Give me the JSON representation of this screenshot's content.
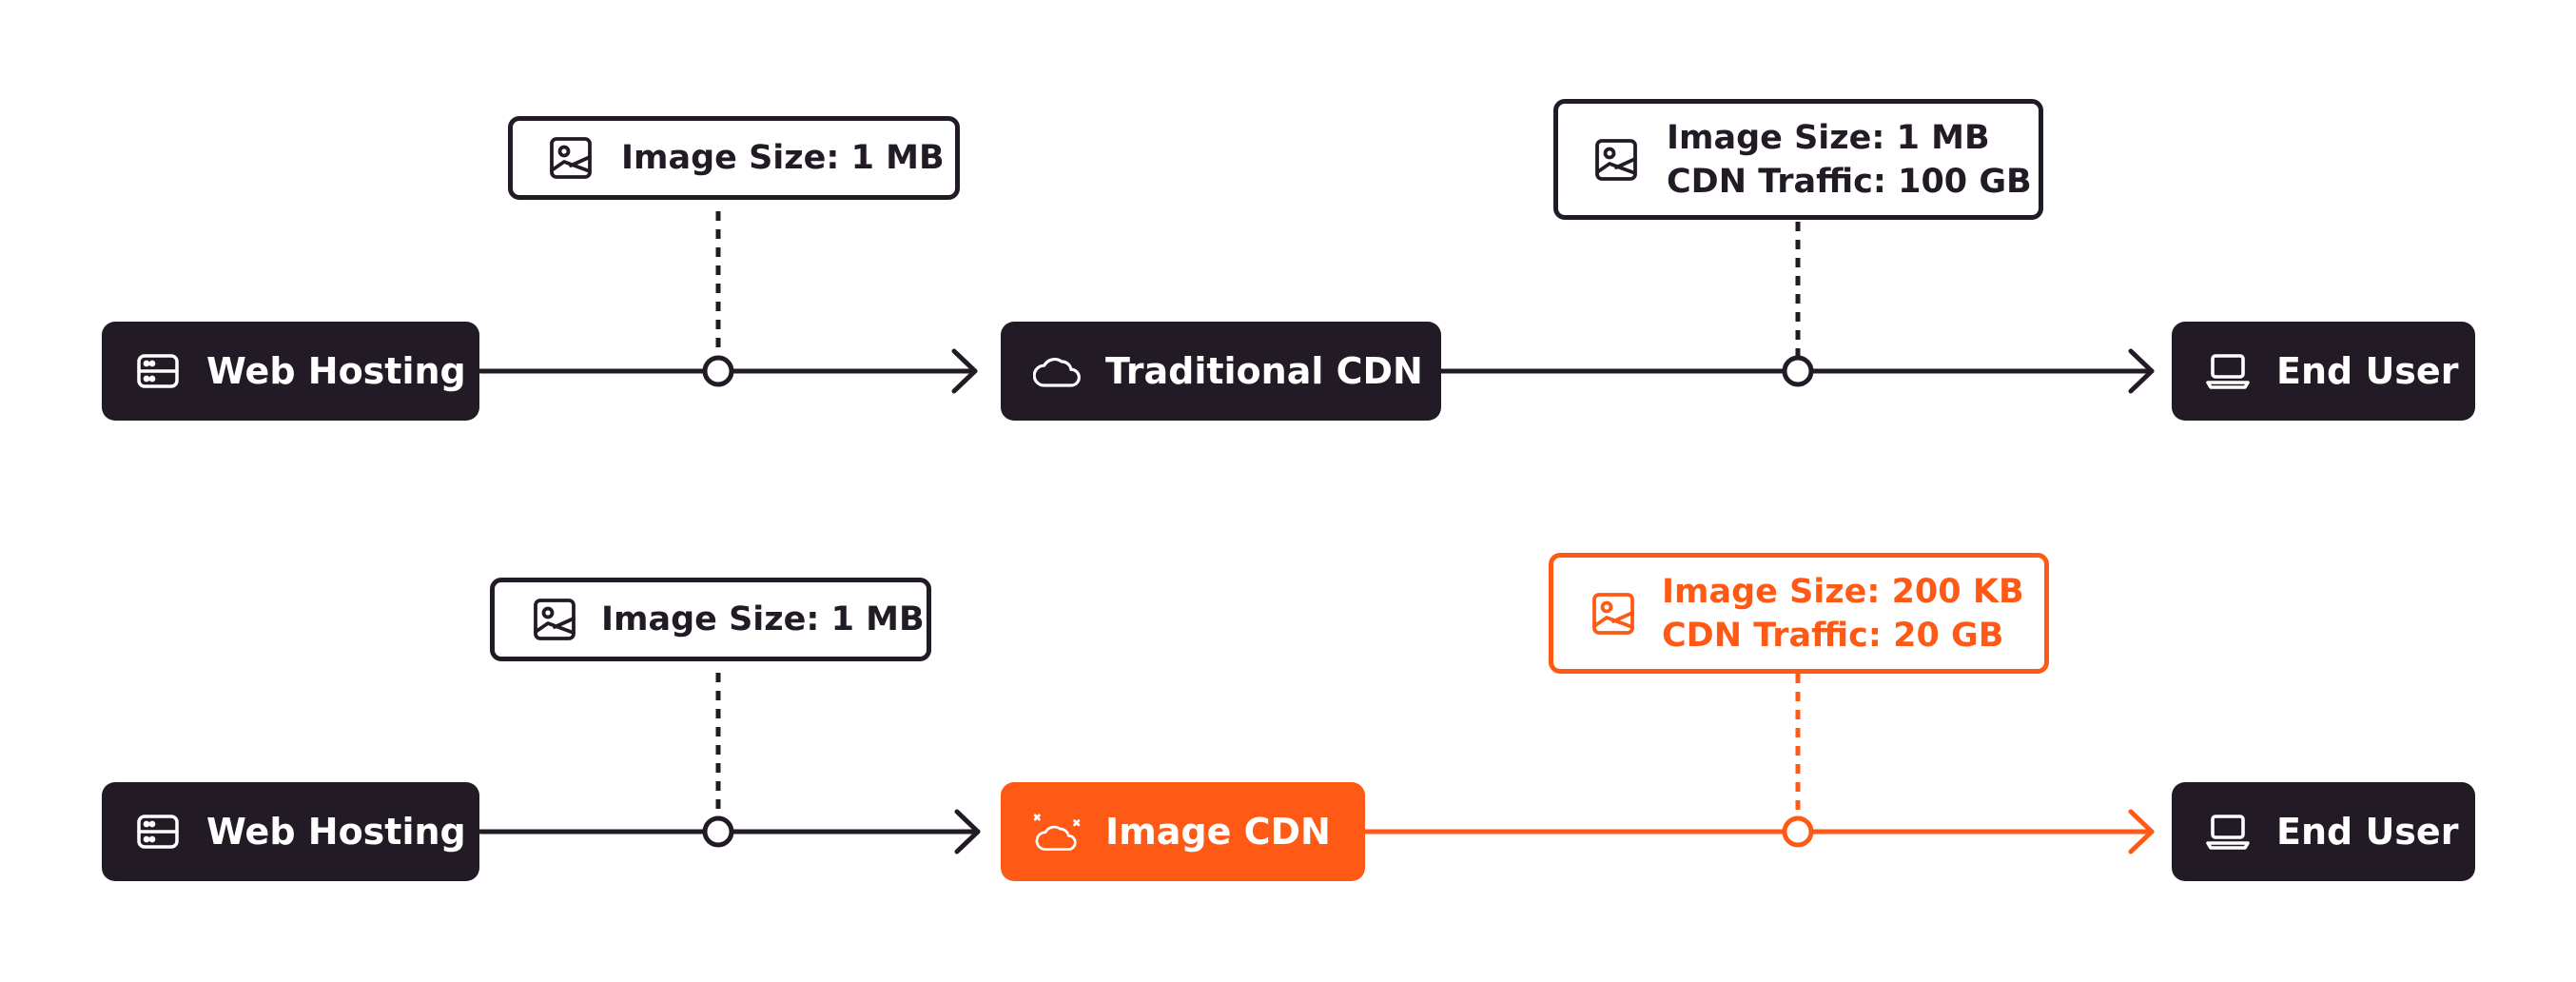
{
  "colors": {
    "dark": "#221b26",
    "accent": "#fe5a16",
    "background": "#ffffff"
  },
  "rows": [
    {
      "source": {
        "label": "Web Hosting",
        "icon": "server-icon"
      },
      "cdn": {
        "label": "Traditional CDN",
        "icon": "cloud-icon"
      },
      "destination": {
        "label": "End User",
        "icon": "laptop-icon"
      },
      "origin_callout": {
        "line1": "Image Size: 1 MB",
        "icon": "image-icon"
      },
      "cdn_callout": {
        "line1": "Image Size: 1 MB",
        "line2": "CDN Traffic: 100 GB",
        "icon": "image-icon"
      }
    },
    {
      "source": {
        "label": "Web Hosting",
        "icon": "server-icon"
      },
      "cdn": {
        "label": "Image CDN",
        "icon": "optimized-cloud-icon"
      },
      "destination": {
        "label": "End User",
        "icon": "laptop-icon"
      },
      "origin_callout": {
        "line1": "Image Size: 1 MB",
        "icon": "image-icon"
      },
      "cdn_callout": {
        "line1": "Image Size: 200 KB",
        "line2": "CDN Traffic: 20 GB",
        "icon": "image-icon"
      }
    }
  ]
}
